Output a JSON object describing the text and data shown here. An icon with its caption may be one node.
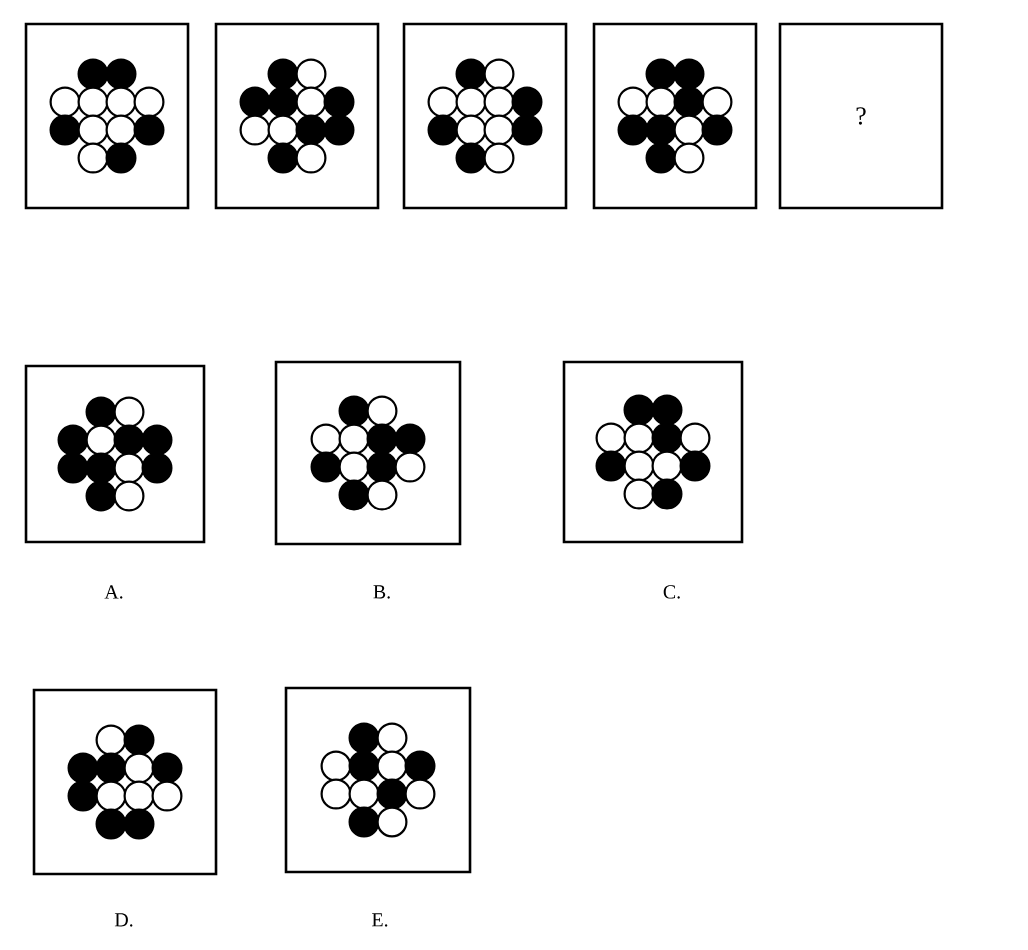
{
  "diagram": {
    "nodes": [
      {
        "text": [],
        "shape": "box"
      },
      {
        "text": [],
        "shape": "box"
      },
      {
        "text": [],
        "shape": "box"
      },
      {
        "text": [],
        "shape": "box"
      },
      {
        "text": [
          "?"
        ]
      },
      {
        "text": [],
        "shape": "box",
        "beside": [
          "A."
        ]
      },
      {
        "text": [],
        "shape": "box",
        "beside": [
          "B."
        ]
      },
      {
        "text": [],
        "shape": "box",
        "beside": [
          "C."
        ]
      },
      {
        "text": [],
        "shape": "box",
        "beside": [
          "D."
        ]
      },
      {
        "text": [],
        "shape": "box",
        "beside": [
          "E."
        ]
      }
    ]
  }
}
